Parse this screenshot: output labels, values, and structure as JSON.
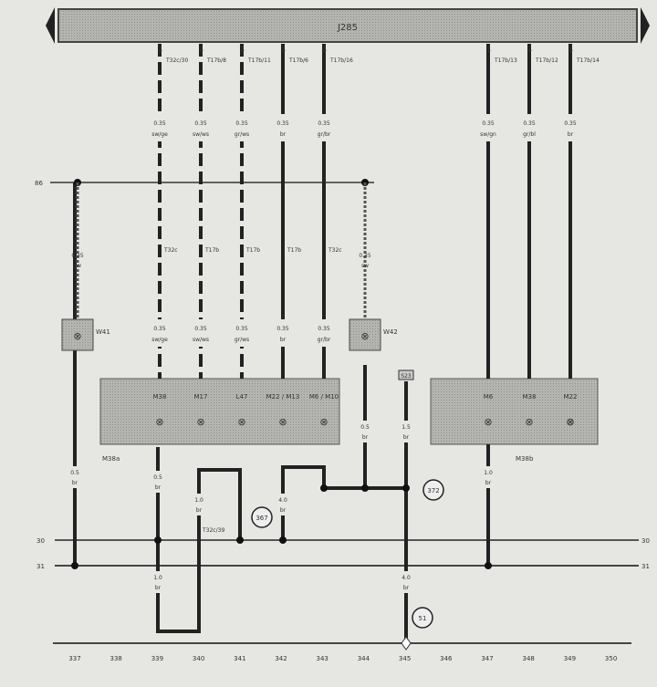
{
  "title_bar": {
    "label": "J285"
  },
  "top_wires": [
    {
      "connector": "T32c/30",
      "size": "0.35",
      "color": "sw/ge",
      "style": "dash"
    },
    {
      "connector": "T17b/8",
      "size": "0.35",
      "color": "sw/ws",
      "style": "dash"
    },
    {
      "connector": "T17b/11",
      "size": "0.35",
      "color": "gr/ws",
      "style": "dash"
    },
    {
      "connector": "T17b/6",
      "size": "0.35",
      "color": "br",
      "style": "solid"
    },
    {
      "connector": "T17b/16",
      "size": "0.35",
      "color": "gr/br",
      "style": "solid"
    },
    {
      "connector": "T17b/13",
      "size": "0.35",
      "color": "sw/gn",
      "style": "solid"
    },
    {
      "connector": "T17b/12",
      "size": "0.35",
      "color": "gr/bl",
      "style": "solid"
    },
    {
      "connector": "T17b/14",
      "size": "0.35",
      "color": "br",
      "style": "solid"
    }
  ],
  "mid_connectors": [
    "T32c",
    "T17b",
    "T17b",
    "T17b",
    "T32c"
  ],
  "lamps": [
    {
      "label": "W41"
    },
    {
      "label": "W42"
    }
  ],
  "lamp_wires": {
    "size": "0.35",
    "color": "sw"
  },
  "ground_rail_labels": {
    "upper": "30",
    "lower": "31"
  },
  "left_rail_label": "86",
  "box_a": {
    "name": "M38a",
    "lamps": [
      "M38",
      "M17",
      "L47",
      "M22 / M13",
      "M6 / M10"
    ]
  },
  "box_b": {
    "name": "M38b",
    "lamps": [
      "M6",
      "M38",
      "M22"
    ]
  },
  "lower_wires": [
    {
      "size": "0.5",
      "color": "br"
    },
    {
      "size": "0.5",
      "color": "br"
    },
    {
      "size": "1.0",
      "color": "br"
    },
    {
      "size": "1.0",
      "color": "br"
    },
    {
      "size": "4.0",
      "color": "br"
    },
    {
      "size": "0.5",
      "color": "br"
    },
    {
      "size": "1.5",
      "color": "br"
    },
    {
      "size": "4.0",
      "color": "br"
    },
    {
      "size": "1.0",
      "color": "br"
    }
  ],
  "connector_t32c": "T32c/39",
  "fuse_label": "S23",
  "ground_points": [
    "367",
    "372",
    "51"
  ],
  "column_numbers": [
    "337",
    "338",
    "339",
    "340",
    "341",
    "342",
    "343",
    "344",
    "345",
    "346",
    "347",
    "348",
    "349",
    "350"
  ]
}
